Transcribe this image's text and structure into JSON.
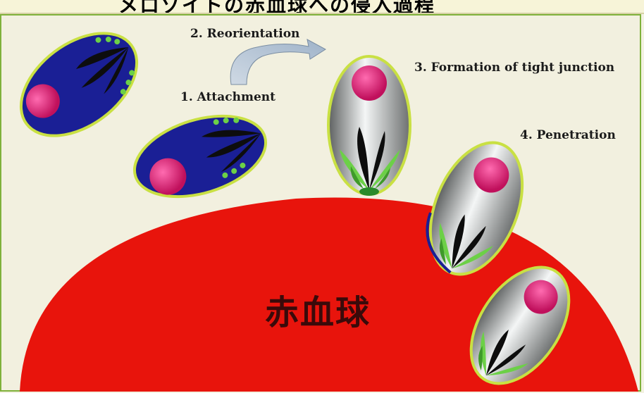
{
  "title": "メロゾイトの赤血球への侵入過程",
  "labels": {
    "step1": "1. Attachment",
    "step2": "2. Reorientation",
    "step3": "3. Formation of tight junction",
    "step4": "4. Penetration"
  },
  "rbc_label": "赤血球",
  "colors": {
    "rbc": "#e8140c",
    "merozoite_blue": "#1a1f95",
    "merozoite_outline": "#c9e043",
    "nucleus": "#d8146e",
    "organelle": "#0d0d0d",
    "micronemes": "#6cd047",
    "frame_border": "#7fb13b",
    "background": "#f2f0df"
  }
}
